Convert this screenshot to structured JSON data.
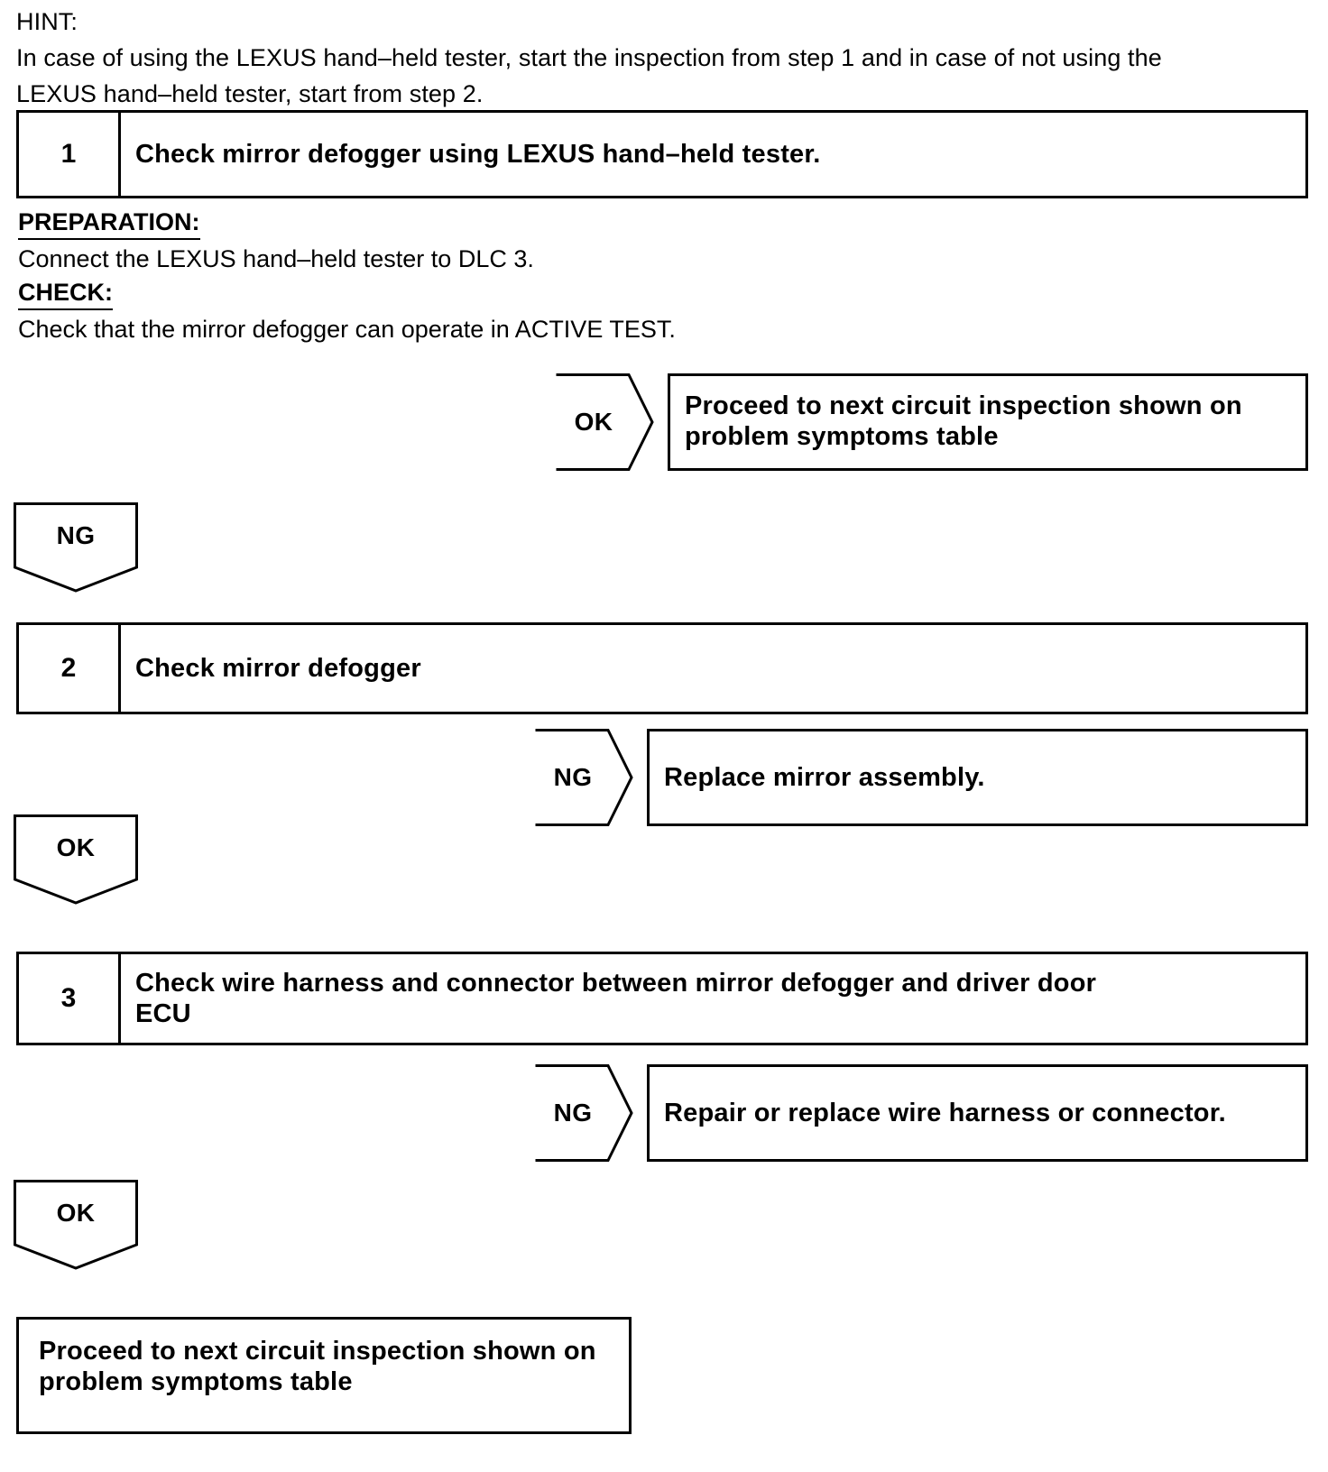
{
  "document": {
    "title": "Mirror Defogger Circuit Inspection"
  },
  "hint": {
    "label": "HINT:",
    "line1": "In case of using the LEXUS hand–held tester, start the inspection from step 1 and in case of not using the",
    "line2": "LEXUS hand–held tester, start from step 2."
  },
  "steps": [
    {
      "number": "1",
      "title": "Check mirror defogger using LEXUS hand–held tester."
    },
    {
      "number": "2",
      "title": "Check mirror defogger"
    },
    {
      "number": "3",
      "title_line1": "Check wire harness and connector between mirror defogger and driver door",
      "title_line2": "ECU"
    }
  ],
  "details": {
    "preparation_heading": "PREPARATION:",
    "preparation_text": "Connect the LEXUS hand–held tester to DLC 3.",
    "check_heading": "CHECK:",
    "check_text": "Check that the mirror defogger can operate in ACTIVE TEST."
  },
  "branches": [
    {
      "result": "OK",
      "action_line1_words": [
        "Proceed",
        "to",
        "next",
        "circuit",
        "inspection",
        "shown",
        "on"
      ],
      "action_line2": "problem symptoms table"
    },
    {
      "result": "NG",
      "action": "Replace mirror assembly."
    },
    {
      "result": "NG",
      "action": "Repair or replace wire harness or connector."
    }
  ],
  "connectors": [
    {
      "result": "NG"
    },
    {
      "result": "OK"
    },
    {
      "result": "OK"
    }
  ],
  "terminal": {
    "line1": "Proceed to next circuit inspection shown on",
    "line2": "problem symptoms table"
  },
  "colors": {
    "ink": "#000000",
    "paper": "#ffffff"
  }
}
